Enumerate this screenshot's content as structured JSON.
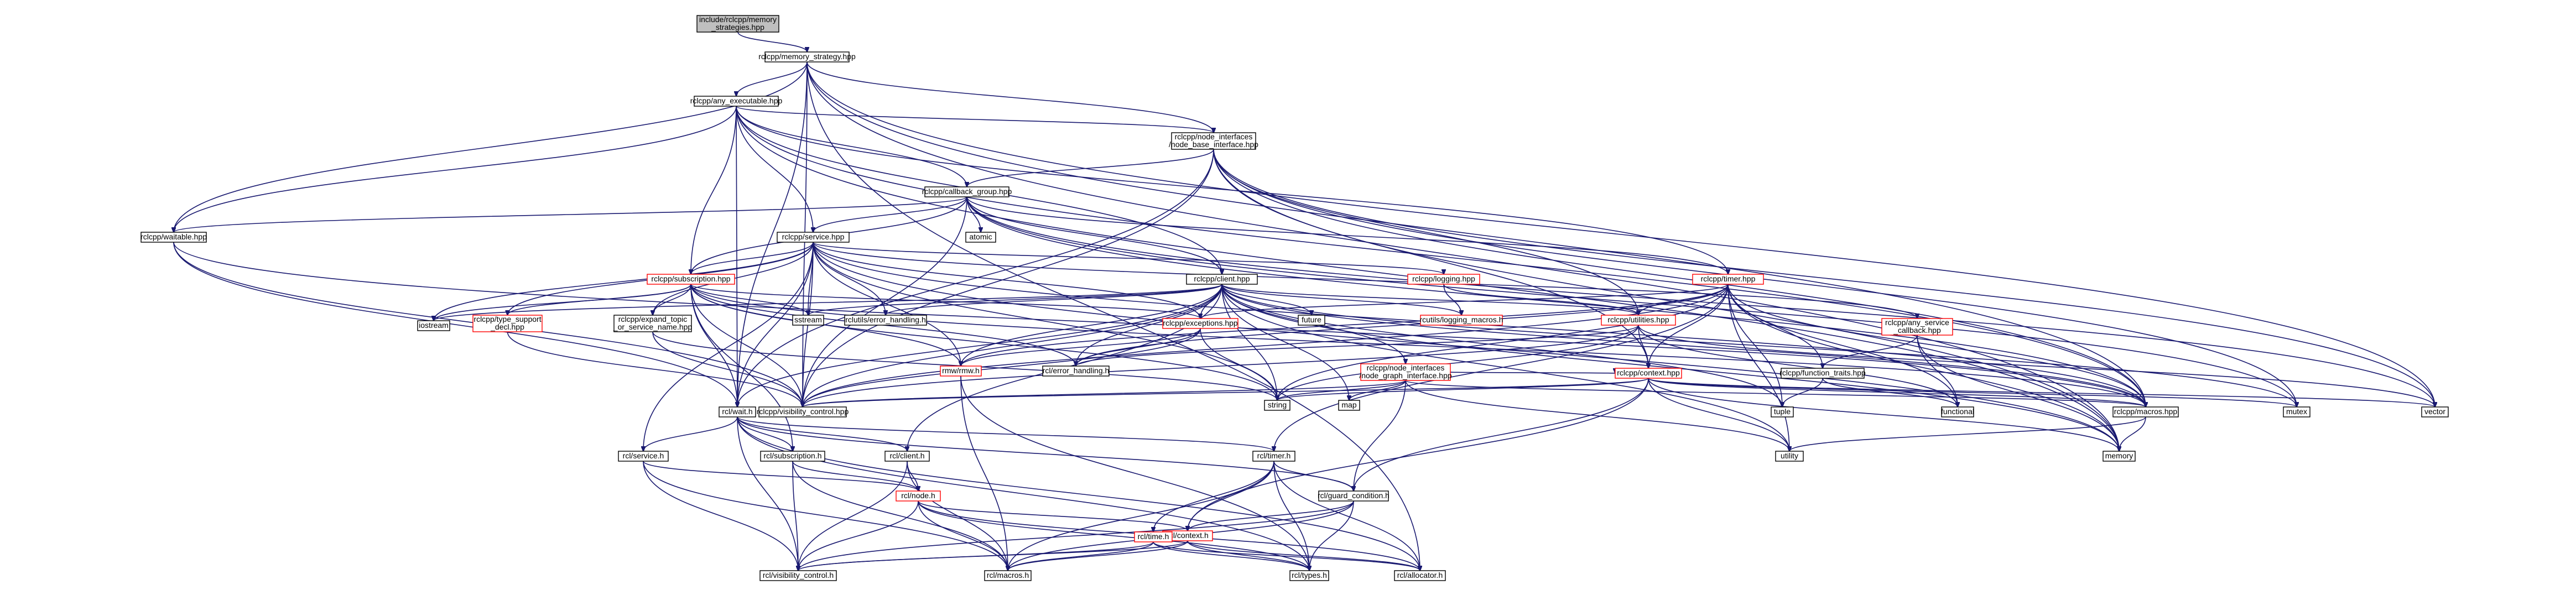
{
  "nodes": [
    {
      "id": "n0",
      "lines": [
        "include/rclcpp/memory",
        "_strategies.hpp"
      ],
      "color": "root"
    },
    {
      "id": "n1",
      "lines": [
        "rclcpp/memory_strategy.hpp"
      ],
      "color": "black"
    },
    {
      "id": "n2",
      "lines": [
        "rclcpp/any_executable.hpp"
      ],
      "color": "black"
    },
    {
      "id": "n3",
      "lines": [
        "rclcpp/node_interfaces",
        "/node_base_interface.hpp"
      ],
      "color": "black"
    },
    {
      "id": "n4",
      "lines": [
        "rclcpp/callback_group.hpp"
      ],
      "color": "black"
    },
    {
      "id": "n5",
      "lines": [
        "rclcpp/waitable.hpp"
      ],
      "color": "black"
    },
    {
      "id": "n6",
      "lines": [
        "rclcpp/service.hpp"
      ],
      "color": "black"
    },
    {
      "id": "n7",
      "lines": [
        "atomic"
      ],
      "color": "black"
    },
    {
      "id": "n8",
      "lines": [
        "rclcpp/subscription.hpp"
      ],
      "color": "red"
    },
    {
      "id": "n9",
      "lines": [
        "rclcpp/client.hpp"
      ],
      "color": "black"
    },
    {
      "id": "n10",
      "lines": [
        "rclcpp/logging.hpp"
      ],
      "color": "red"
    },
    {
      "id": "n11",
      "lines": [
        "rclcpp/timer.hpp"
      ],
      "color": "red"
    },
    {
      "id": "n12",
      "lines": [
        "rclcpp/type_support",
        "_decl.hpp"
      ],
      "color": "red"
    },
    {
      "id": "n13",
      "lines": [
        "rclcpp/expand_topic",
        "_or_service_name.hpp"
      ],
      "color": "black"
    },
    {
      "id": "n14",
      "lines": [
        "iostream"
      ],
      "color": "black"
    },
    {
      "id": "n15",
      "lines": [
        "sstream"
      ],
      "color": "black"
    },
    {
      "id": "n16",
      "lines": [
        "rclutils/error_handling.h"
      ],
      "color": "black"
    },
    {
      "id": "n17",
      "lines": [
        "rclcpp/exceptions.hpp"
      ],
      "color": "red"
    },
    {
      "id": "n18",
      "lines": [
        "future"
      ],
      "color": "black"
    },
    {
      "id": "n19",
      "lines": [
        "rcutils/logging_macros.h"
      ],
      "color": "red"
    },
    {
      "id": "n20",
      "lines": [
        "rclcpp/utilities.hpp"
      ],
      "color": "red"
    },
    {
      "id": "n21",
      "lines": [
        "rclcpp/any_service",
        "_callback.hpp"
      ],
      "color": "red"
    },
    {
      "id": "n22",
      "lines": [
        "rcl/error_handling.h"
      ],
      "color": "black"
    },
    {
      "id": "n23",
      "lines": [
        "rmw/rmw.h"
      ],
      "color": "red"
    },
    {
      "id": "n24",
      "lines": [
        "rclcpp/node_interfaces",
        "/node_graph_interface.hpp"
      ],
      "color": "red"
    },
    {
      "id": "n25",
      "lines": [
        "rclcpp/context.hpp"
      ],
      "color": "red"
    },
    {
      "id": "n26",
      "lines": [
        "rclcpp/function_traits.hpp"
      ],
      "color": "black"
    },
    {
      "id": "n27",
      "lines": [
        "rclcpp/visibility_control.hpp"
      ],
      "color": "black"
    },
    {
      "id": "n28",
      "lines": [
        "string"
      ],
      "color": "black"
    },
    {
      "id": "n29",
      "lines": [
        "map"
      ],
      "color": "black"
    },
    {
      "id": "n30",
      "lines": [
        "tuple"
      ],
      "color": "black"
    },
    {
      "id": "n31",
      "lines": [
        "functional"
      ],
      "color": "black"
    },
    {
      "id": "n32",
      "lines": [
        "rclcpp/macros.hpp"
      ],
      "color": "black"
    },
    {
      "id": "n33",
      "lines": [
        "mutex"
      ],
      "color": "black"
    },
    {
      "id": "n34",
      "lines": [
        "vector"
      ],
      "color": "black"
    },
    {
      "id": "n35",
      "lines": [
        "utility"
      ],
      "color": "black"
    },
    {
      "id": "n36",
      "lines": [
        "memory"
      ],
      "color": "black"
    },
    {
      "id": "n37",
      "lines": [
        "rcl/wait.h"
      ],
      "color": "black"
    },
    {
      "id": "n38",
      "lines": [
        "rcl/service.h"
      ],
      "color": "black"
    },
    {
      "id": "n39",
      "lines": [
        "rcl/subscription.h"
      ],
      "color": "black"
    },
    {
      "id": "n40",
      "lines": [
        "rcl/client.h"
      ],
      "color": "black"
    },
    {
      "id": "n41",
      "lines": [
        "rcl/timer.h"
      ],
      "color": "black"
    },
    {
      "id": "n42",
      "lines": [
        "rcl/node.h"
      ],
      "color": "red"
    },
    {
      "id": "n43",
      "lines": [
        "rcl/guard_condition.h"
      ],
      "color": "black"
    },
    {
      "id": "n44",
      "lines": [
        "rcl/context.h"
      ],
      "color": "red"
    },
    {
      "id": "n45",
      "lines": [
        "rcl/time.h"
      ],
      "color": "red"
    },
    {
      "id": "n46",
      "lines": [
        "rcl/visibility_control.h"
      ],
      "color": "black"
    },
    {
      "id": "n47",
      "lines": [
        "rcl/macros.h"
      ],
      "color": "black"
    },
    {
      "id": "n48",
      "lines": [
        "rcl/types.h"
      ],
      "color": "black"
    },
    {
      "id": "n49",
      "lines": [
        "rcl/allocator.h"
      ],
      "color": "black"
    }
  ],
  "edges": [
    [
      "n0",
      "n1"
    ],
    [
      "n1",
      "n2"
    ],
    [
      "n1",
      "n3"
    ],
    [
      "n1",
      "n5"
    ],
    [
      "n1",
      "n37"
    ],
    [
      "n1",
      "n32"
    ],
    [
      "n1",
      "n36"
    ],
    [
      "n1",
      "n34"
    ],
    [
      "n1",
      "n49"
    ],
    [
      "n1",
      "n27"
    ],
    [
      "n2",
      "n4"
    ],
    [
      "n2",
      "n6"
    ],
    [
      "n2",
      "n9"
    ],
    [
      "n2",
      "n8"
    ],
    [
      "n2",
      "n11"
    ],
    [
      "n2",
      "n3"
    ],
    [
      "n2",
      "n5"
    ],
    [
      "n2",
      "n37"
    ],
    [
      "n2",
      "n32"
    ],
    [
      "n2",
      "n36"
    ],
    [
      "n3",
      "n4"
    ],
    [
      "n3",
      "n25"
    ],
    [
      "n3",
      "n32"
    ],
    [
      "n3",
      "n27"
    ],
    [
      "n3",
      "n37"
    ],
    [
      "n3",
      "n36"
    ],
    [
      "n3",
      "n33"
    ],
    [
      "n3",
      "n34"
    ],
    [
      "n3",
      "n20"
    ],
    [
      "n4",
      "n6"
    ],
    [
      "n4",
      "n9"
    ],
    [
      "n4",
      "n11"
    ],
    [
      "n4",
      "n5"
    ],
    [
      "n4",
      "n7"
    ],
    [
      "n4",
      "n32"
    ],
    [
      "n4",
      "n27"
    ],
    [
      "n4",
      "n33"
    ],
    [
      "n4",
      "n34"
    ],
    [
      "n4",
      "n8"
    ],
    [
      "n5",
      "n37"
    ],
    [
      "n5",
      "n27"
    ],
    [
      "n5",
      "n32"
    ],
    [
      "n6",
      "n8"
    ],
    [
      "n6",
      "n13"
    ],
    [
      "n6",
      "n12"
    ],
    [
      "n6",
      "n15"
    ],
    [
      "n6",
      "n16"
    ],
    [
      "n6",
      "n17"
    ],
    [
      "n6",
      "n21"
    ],
    [
      "n6",
      "n10"
    ],
    [
      "n6",
      "n37"
    ],
    [
      "n6",
      "n38"
    ],
    [
      "n6",
      "n23"
    ],
    [
      "n6",
      "n28"
    ],
    [
      "n6",
      "n27"
    ],
    [
      "n6",
      "n32"
    ],
    [
      "n6",
      "n36"
    ],
    [
      "n6",
      "n14"
    ],
    [
      "n8",
      "n12"
    ],
    [
      "n8",
      "n13"
    ],
    [
      "n8",
      "n14"
    ],
    [
      "n8",
      "n15"
    ],
    [
      "n8",
      "n17"
    ],
    [
      "n8",
      "n39"
    ],
    [
      "n8",
      "n37"
    ],
    [
      "n8",
      "n22"
    ],
    [
      "n8",
      "n23"
    ],
    [
      "n8",
      "n27"
    ],
    [
      "n8",
      "n28"
    ],
    [
      "n8",
      "n32"
    ],
    [
      "n9",
      "n16"
    ],
    [
      "n9",
      "n17"
    ],
    [
      "n9",
      "n18"
    ],
    [
      "n9",
      "n15"
    ],
    [
      "n9",
      "n19"
    ],
    [
      "n9",
      "n20"
    ],
    [
      "n9",
      "n22"
    ],
    [
      "n9",
      "n23"
    ],
    [
      "n9",
      "n24"
    ],
    [
      "n9",
      "n40"
    ],
    [
      "n9",
      "n37"
    ],
    [
      "n9",
      "n28"
    ],
    [
      "n9",
      "n29"
    ],
    [
      "n9",
      "n35"
    ],
    [
      "n9",
      "n27"
    ],
    [
      "n9",
      "n32"
    ],
    [
      "n9",
      "n36"
    ],
    [
      "n9",
      "n33"
    ],
    [
      "n9",
      "n30"
    ],
    [
      "n9",
      "n14"
    ],
    [
      "n10",
      "n19"
    ],
    [
      "n10",
      "n20"
    ],
    [
      "n11",
      "n20"
    ],
    [
      "n11",
      "n25"
    ],
    [
      "n11",
      "n26"
    ],
    [
      "n11",
      "n41"
    ],
    [
      "n11",
      "n22"
    ],
    [
      "n11",
      "n23"
    ],
    [
      "n11",
      "n17"
    ],
    [
      "n11",
      "n27"
    ],
    [
      "n11",
      "n28"
    ],
    [
      "n11",
      "n32"
    ],
    [
      "n11",
      "n36"
    ],
    [
      "n11",
      "n35"
    ],
    [
      "n11",
      "n31"
    ],
    [
      "n11",
      "n30"
    ],
    [
      "n12",
      "n27"
    ],
    [
      "n13",
      "n27"
    ],
    [
      "n13",
      "n28"
    ],
    [
      "n17",
      "n22"
    ],
    [
      "n17",
      "n23"
    ],
    [
      "n17",
      "n28"
    ],
    [
      "n17",
      "n27"
    ],
    [
      "n20",
      "n25"
    ],
    [
      "n20",
      "n22"
    ],
    [
      "n20",
      "n28"
    ],
    [
      "n20",
      "n27"
    ],
    [
      "n20",
      "n31"
    ],
    [
      "n20",
      "n34"
    ],
    [
      "n21",
      "n26"
    ],
    [
      "n21",
      "n31"
    ],
    [
      "n21",
      "n36"
    ],
    [
      "n23",
      "n47"
    ],
    [
      "n23",
      "n48"
    ],
    [
      "n24",
      "n25"
    ],
    [
      "n24",
      "n28"
    ],
    [
      "n24",
      "n29"
    ],
    [
      "n24",
      "n27"
    ],
    [
      "n24",
      "n32"
    ],
    [
      "n24",
      "n43"
    ],
    [
      "n24",
      "n35"
    ],
    [
      "n25",
      "n33"
    ],
    [
      "n25",
      "n36"
    ],
    [
      "n25",
      "n35"
    ],
    [
      "n25",
      "n34"
    ],
    [
      "n25",
      "n32"
    ],
    [
      "n25",
      "n27"
    ],
    [
      "n25",
      "n44"
    ],
    [
      "n25",
      "n43"
    ],
    [
      "n25",
      "n28"
    ],
    [
      "n26",
      "n30"
    ],
    [
      "n26",
      "n31"
    ],
    [
      "n32",
      "n36"
    ],
    [
      "n32",
      "n35"
    ],
    [
      "n37",
      "n38"
    ],
    [
      "n37",
      "n39"
    ],
    [
      "n37",
      "n40"
    ],
    [
      "n37",
      "n41"
    ],
    [
      "n37",
      "n43"
    ],
    [
      "n37",
      "n48"
    ],
    [
      "n37",
      "n49"
    ],
    [
      "n37",
      "n46"
    ],
    [
      "n38",
      "n42"
    ],
    [
      "n38",
      "n46"
    ],
    [
      "n38",
      "n47"
    ],
    [
      "n39",
      "n42"
    ],
    [
      "n39",
      "n46"
    ],
    [
      "n39",
      "n47"
    ],
    [
      "n40",
      "n42"
    ],
    [
      "n40",
      "n46"
    ],
    [
      "n40",
      "n47"
    ],
    [
      "n41",
      "n43"
    ],
    [
      "n41",
      "n45"
    ],
    [
      "n41",
      "n44"
    ],
    [
      "n41",
      "n48"
    ],
    [
      "n41",
      "n49"
    ],
    [
      "n41",
      "n47"
    ],
    [
      "n42",
      "n44"
    ],
    [
      "n42",
      "n46"
    ],
    [
      "n42",
      "n47"
    ],
    [
      "n42",
      "n48"
    ],
    [
      "n42",
      "n49"
    ],
    [
      "n43",
      "n44"
    ],
    [
      "n43",
      "n46"
    ],
    [
      "n43",
      "n47"
    ],
    [
      "n43",
      "n48"
    ],
    [
      "n44",
      "n46"
    ],
    [
      "n44",
      "n47"
    ],
    [
      "n44",
      "n48"
    ],
    [
      "n44",
      "n49"
    ],
    [
      "n45",
      "n46"
    ],
    [
      "n45",
      "n47"
    ],
    [
      "n45",
      "n48"
    ],
    [
      "n45",
      "n49"
    ]
  ]
}
